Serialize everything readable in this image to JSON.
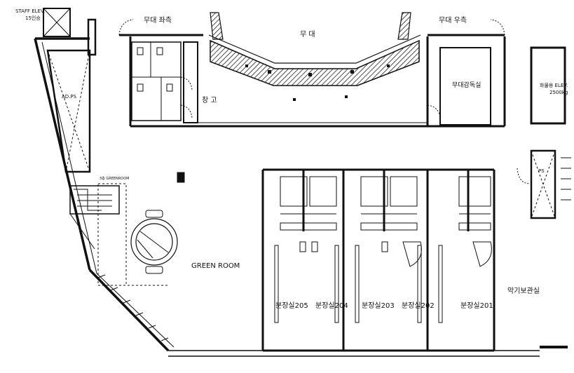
{
  "labels": {
    "staff_elev_1": "STAFF ELEV.",
    "staff_elev_2": "15인승",
    "stage_left": "무대 좌측",
    "stage": "무 대",
    "stage_right": "무대 우측",
    "freight_elev_1": "화물용 ELEV.",
    "freight_elev_2": "2500kg",
    "ad_ps": "AD.PS",
    "storage": "창 고",
    "stage_director_room": "무대감독실",
    "ps": "PS",
    "greenroom_3f": "3층 GREENROOM",
    "green_room": "GREEN ROOM",
    "instrument_storage": "악기보관실"
  },
  "dressing_rooms": [
    {
      "label": "분장실205"
    },
    {
      "label": "분장실204"
    },
    {
      "label": "분장실203"
    },
    {
      "label": "분장실202"
    },
    {
      "label": "분장실201"
    }
  ],
  "colors": {
    "ink": "#111111",
    "background": "#ffffff",
    "hatch": "#222222"
  }
}
